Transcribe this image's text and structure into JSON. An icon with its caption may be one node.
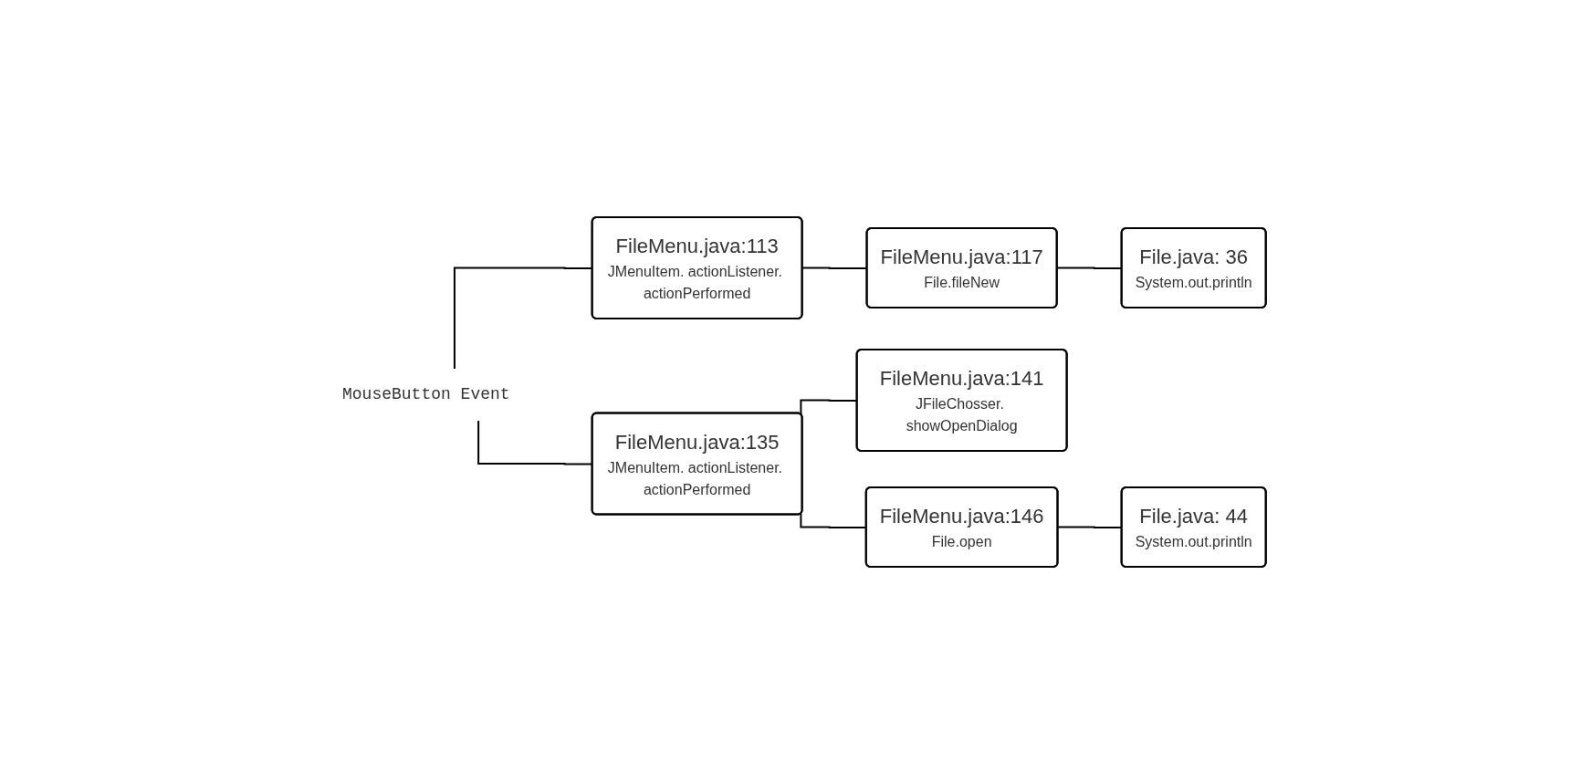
{
  "diagram": {
    "nodes": [
      {
        "text": [
          "MouseButton Event"
        ]
      },
      {
        "text": [
          "FileMenu.java:113",
          "JMenuItem. actionListener. actionPerformed"
        ]
      },
      {
        "text": [
          "FileMenu.java:117",
          "File.fileNew"
        ]
      },
      {
        "text": [
          "File.java: 36",
          "System.out.println"
        ]
      },
      {
        "text": [
          "FileMenu.java:135",
          "JMenuItem. actionListener. actionPerformed"
        ]
      },
      {
        "text": [
          "FileMenu.java:141",
          "JFileChosser. showOpenDialog"
        ]
      },
      {
        "text": [
          "FileMenu.java:146",
          "File.open"
        ]
      },
      {
        "text": [
          "File.java: 44",
          "System.out.println"
        ]
      }
    ],
    "edges": [
      {
        "from": 0,
        "to": 1,
        "arrow": "none"
      },
      {
        "from": 1,
        "to": 2,
        "arrow": "none"
      },
      {
        "from": 2,
        "to": 3,
        "arrow": "none"
      },
      {
        "from": 0,
        "to": 4,
        "arrow": "none"
      },
      {
        "from": 4,
        "to": 5,
        "arrow": "none"
      },
      {
        "from": 4,
        "to": 6,
        "arrow": "none"
      },
      {
        "from": 6,
        "to": 7,
        "arrow": "none"
      }
    ]
  }
}
